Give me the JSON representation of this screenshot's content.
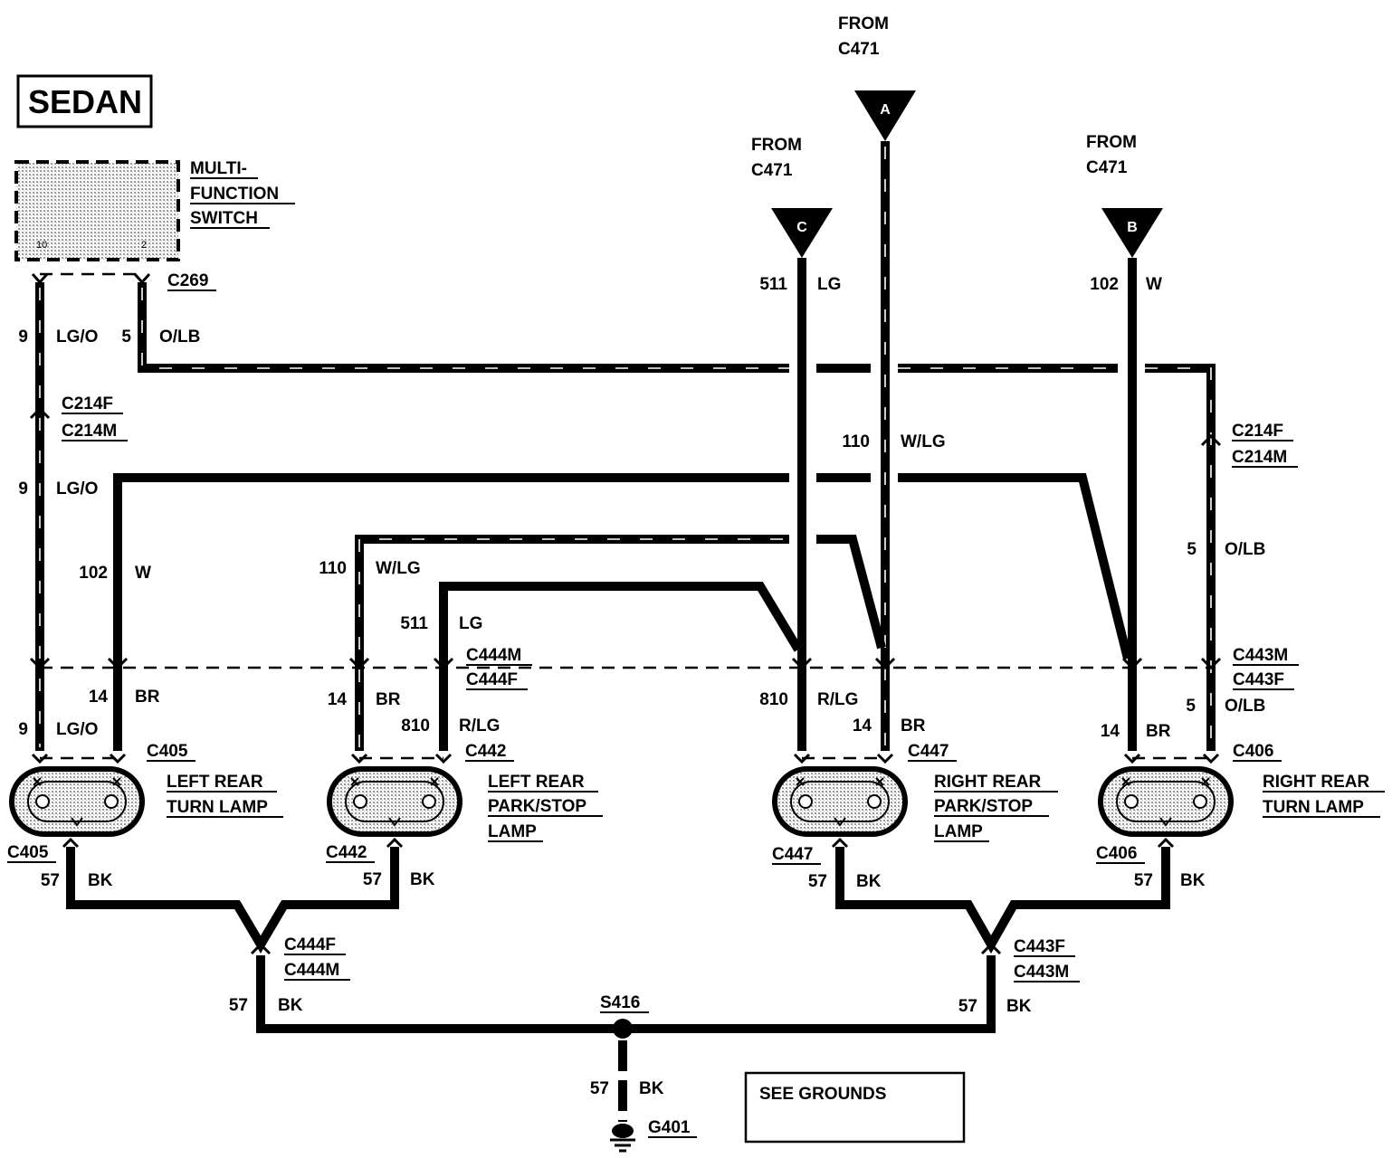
{
  "title": "SEDAN",
  "colors": {
    "ink": "#000000",
    "background": "#ffffff",
    "stipple": "#cfcfcf"
  },
  "switch": {
    "name_lines": [
      "MULTI-",
      "FUNCTION",
      "SWITCH"
    ],
    "pin_left": "10",
    "pin_right": "2",
    "connector": "C269"
  },
  "sources": [
    {
      "id": "A",
      "from": "FROM",
      "connector": "C471"
    },
    {
      "id": "C",
      "from": "FROM",
      "connector": "C471"
    },
    {
      "id": "B",
      "from": "FROM",
      "connector": "C471"
    }
  ],
  "wire_labels": {
    "w9_top": {
      "circuit": "9",
      "color": "LG/O"
    },
    "w5_top": {
      "circuit": "5",
      "color": "O/LB"
    },
    "w9_mid": {
      "circuit": "9",
      "color": "LG/O"
    },
    "w102_left": {
      "circuit": "102",
      "color": "W"
    },
    "w110_left": {
      "circuit": "110",
      "color": "W/LG"
    },
    "w511_left": {
      "circuit": "511",
      "color": "LG"
    },
    "w511_right": {
      "circuit": "511",
      "color": "LG"
    },
    "w110_right": {
      "circuit": "110",
      "color": "W/LG"
    },
    "w102_right": {
      "circuit": "102",
      "color": "W"
    },
    "w5_right": {
      "circuit": "5",
      "color": "O/LB"
    },
    "w14_lt": {
      "circuit": "14",
      "color": "BR"
    },
    "w9_lt": {
      "circuit": "9",
      "color": "LG/O"
    },
    "w14_lp": {
      "circuit": "14",
      "color": "BR"
    },
    "w810_lp": {
      "circuit": "810",
      "color": "R/LG"
    },
    "w810_rp": {
      "circuit": "810",
      "color": "R/LG"
    },
    "w14_rp": {
      "circuit": "14",
      "color": "BR"
    },
    "w14_rt": {
      "circuit": "14",
      "color": "BR"
    },
    "w5_rt": {
      "circuit": "5",
      "color": "O/LB"
    },
    "w57_lt": {
      "circuit": "57",
      "color": "BK"
    },
    "w57_lp": {
      "circuit": "57",
      "color": "BK"
    },
    "w57_rp": {
      "circuit": "57",
      "color": "BK"
    },
    "w57_rt": {
      "circuit": "57",
      "color": "BK"
    },
    "w57_left": {
      "circuit": "57",
      "color": "BK"
    },
    "w57_right": {
      "circuit": "57",
      "color": "BK"
    },
    "w57_ground": {
      "circuit": "57",
      "color": "BK"
    }
  },
  "connectors": {
    "c214_left": [
      "C214F",
      "C214M"
    ],
    "c214_right": [
      "C214F",
      "C214M"
    ],
    "c444": [
      "C444M",
      "C444F"
    ],
    "c443": [
      "C443M",
      "C443F"
    ],
    "c444_bottom": [
      "C444F",
      "C444M"
    ],
    "c443_bottom": [
      "C443F",
      "C443M"
    ],
    "splice": "S416",
    "ground": "G401"
  },
  "lamps": [
    {
      "id": "left-rear-turn",
      "connector": "C405",
      "name_lines": [
        "LEFT REAR",
        "TURN LAMP"
      ]
    },
    {
      "id": "left-rear-parkstop",
      "connector": "C442",
      "name_lines": [
        "LEFT REAR",
        "PARK/STOP",
        "LAMP"
      ]
    },
    {
      "id": "right-rear-parkstop",
      "connector": "C447",
      "name_lines": [
        "RIGHT REAR",
        "PARK/STOP",
        "LAMP"
      ]
    },
    {
      "id": "right-rear-turn",
      "connector": "C406",
      "name_lines": [
        "RIGHT REAR",
        "TURN LAMP"
      ]
    }
  ],
  "note": "SEE GROUNDS"
}
